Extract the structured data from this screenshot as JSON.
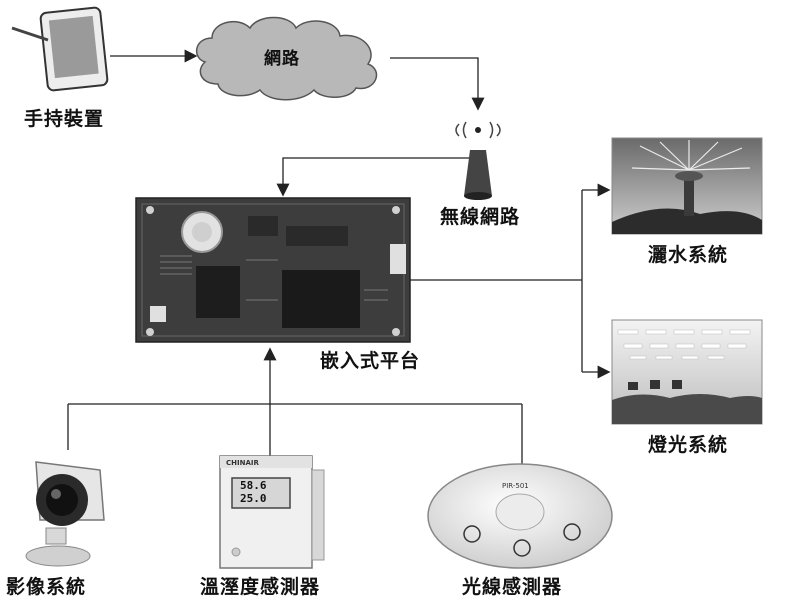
{
  "nodes": {
    "handheld": {
      "label": "手持裝置",
      "icon": "tablet-icon"
    },
    "network": {
      "label": "網路",
      "icon": "cloud-icon"
    },
    "wireless": {
      "label": "無線網路",
      "icon": "wireless-router-icon"
    },
    "platform": {
      "label": "嵌入式平台",
      "icon": "circuit-board-icon"
    },
    "irrigation": {
      "label": "灑水系統",
      "icon": "sprinkler-photo"
    },
    "lighting": {
      "label": "燈光系統",
      "icon": "greenhouse-lights-photo"
    },
    "camera": {
      "label": "影像系統",
      "icon": "security-camera-icon"
    },
    "thermo": {
      "label": "溫溼度感測器",
      "icon": "thermo-hygrometer-icon",
      "display_line1": "58.6",
      "display_line2": "25.0"
    },
    "light_sensor": {
      "label": "光線感測器",
      "icon": "pir-sensor-icon",
      "model": "PIR-501"
    }
  },
  "sensor_brand": "CHINAIR",
  "colors": {
    "line": "#222222",
    "cloud": "#b8b8b8",
    "board": "#3d3d3d"
  }
}
